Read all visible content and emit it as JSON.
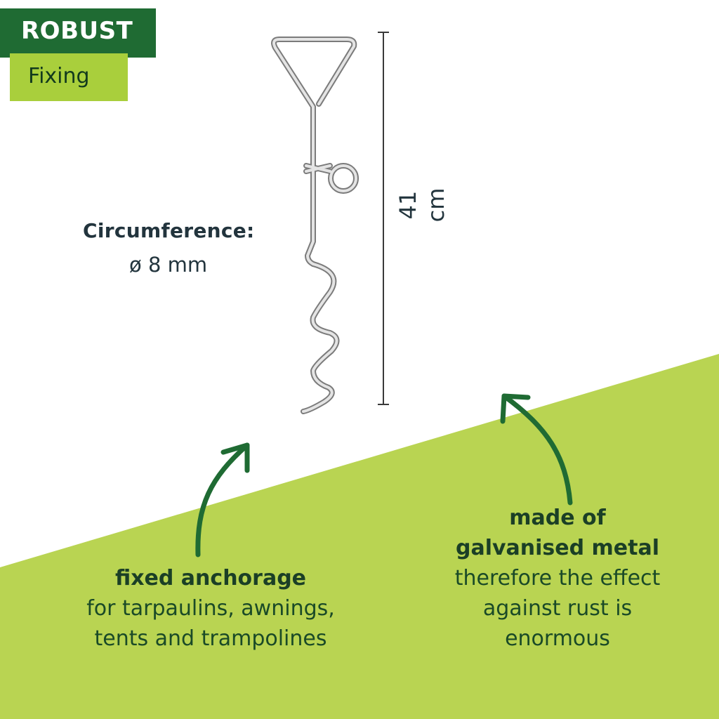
{
  "badge": {
    "title": "ROBUST",
    "subtitle": "Fixing"
  },
  "spec": {
    "circumference_label": "Circumference:",
    "circumference_value": "ø 8 mm",
    "length_label": "41 cm"
  },
  "features": {
    "left": {
      "heading": "fixed anchorage",
      "line1": "for tarpaulins, awnings,",
      "line2": "tents and trampolines"
    },
    "right": {
      "heading1": "made of",
      "heading2": "galvanised metal",
      "line1": "therefore the effect",
      "line2": "against rust is",
      "line3": "enormous"
    }
  },
  "colors": {
    "dark_green": "#1f6b33",
    "lime_green": "#a9cf3c",
    "text_dark": "#22343d"
  },
  "icons": {
    "product": "ground-anchor-corkscrew",
    "arrows": "curved-arrow-up"
  }
}
